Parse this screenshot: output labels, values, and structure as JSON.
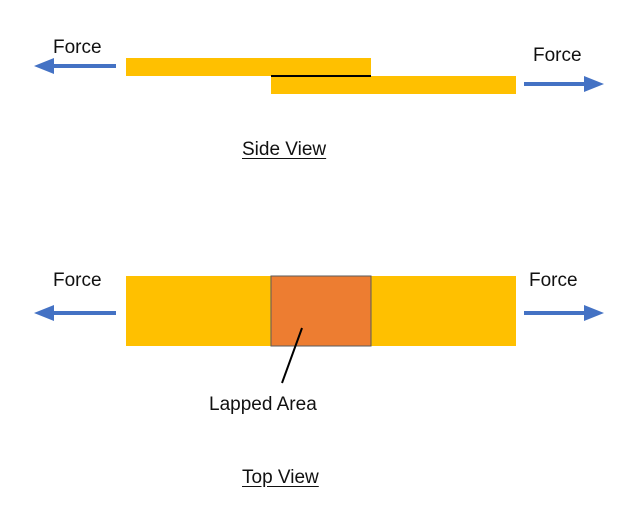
{
  "labels": {
    "side_force_left": "Force",
    "side_force_right": "Force",
    "side_caption": "Side View",
    "top_force_left": "Force",
    "top_force_right": "Force",
    "lapped_area": "Lapped Area",
    "top_caption": "Top View"
  },
  "colors": {
    "plate": "#ffc000",
    "lapped_area": "#ed7d31",
    "arrow": "#4472c4",
    "bond_line": "#000000",
    "leader_line": "#000000",
    "text": "#111111"
  },
  "icons": {
    "arrow_left": "arrow-left-icon",
    "arrow_right": "arrow-right-icon"
  }
}
